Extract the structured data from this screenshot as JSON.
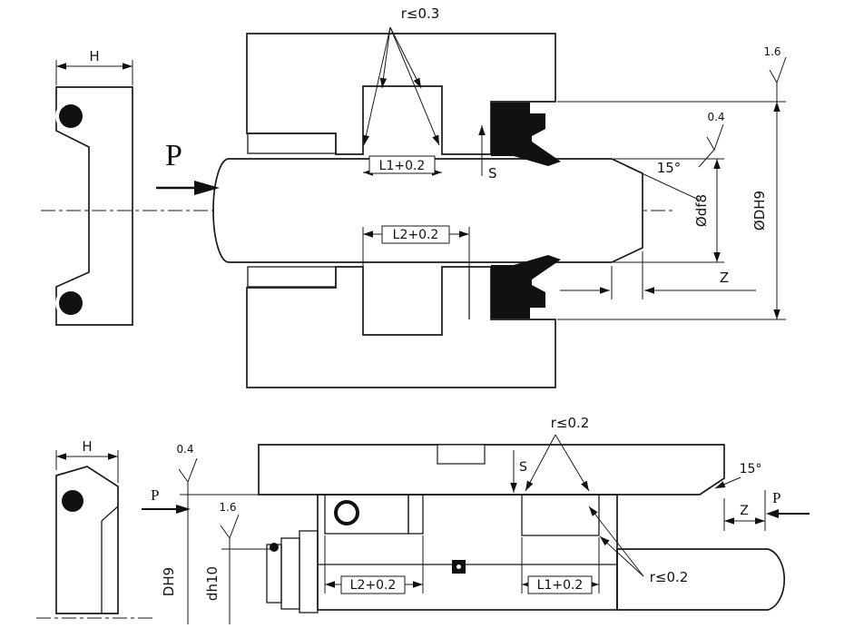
{
  "style": {
    "background": "#ffffff",
    "line_color": "#1a1a1a",
    "seal_fill": "#111111",
    "backup_ring_fill": "#bdbdbd"
  },
  "top_view": {
    "labels": {
      "radius_note": "r≤0.3",
      "h": "H",
      "pressure": "P",
      "l1": "L1+0.2",
      "l2": "L2+0.2",
      "s": "S",
      "roughness_bore": "1.6",
      "roughness_chamfer": "0.4",
      "chamfer_angle": "15°",
      "rod_diameter": "Ødf8",
      "bore_diameter": "ØDH9",
      "z": "Z"
    }
  },
  "bottom_view": {
    "labels": {
      "h": "H",
      "roughness_bore": "0.4",
      "pressure_left": "P",
      "roughness_rod": "1.6",
      "bore_diameter": "DH9",
      "rod_diameter": "dh10",
      "l2": "L2+0.2",
      "l1": "L1+0.2",
      "radius_note_groove_top": "r≤0.2",
      "radius_note_groove_bottom": "r≤0.2",
      "s": "S",
      "chamfer_angle": "15°",
      "z": "Z",
      "pressure_right": "P"
    }
  }
}
